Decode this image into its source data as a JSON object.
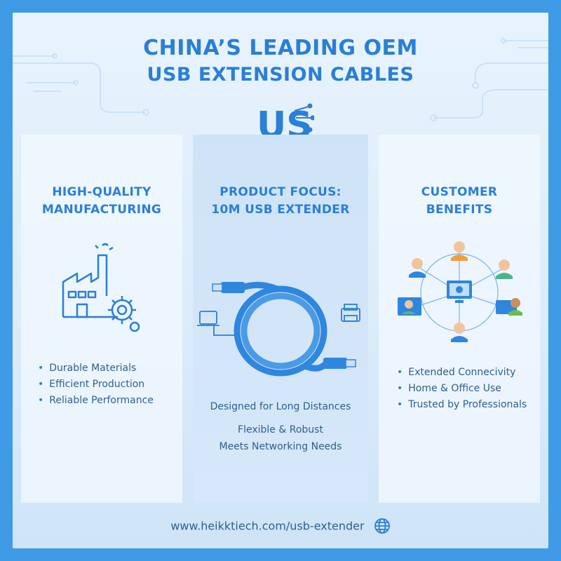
{
  "header": {
    "title_line1": "CHINA’S LEADING OEM",
    "title_line2": "USB EXTENSION CABLES",
    "logo_text": "US"
  },
  "panels": {
    "manufacturing": {
      "heading_line1": "HIGH-QUALITY",
      "heading_line2": "MANUFACTURING",
      "bullets": [
        "Durable Materials",
        "Efficient Production",
        "Reliable Performance"
      ],
      "icon": "factory-gear-icon"
    },
    "product": {
      "heading_line1": "PRODUCT FOCUS:",
      "heading_line2": "10M USB EXTENDER",
      "line1": "Designed for Long Distances",
      "line2": "Flexible & Robust",
      "line3": "Meets Networking Needs",
      "icon": "usb-cable-coil-icon"
    },
    "benefits": {
      "heading_line1": "CUSTOMER",
      "heading_line2": "BENEFITS",
      "bullets": [
        "Extended Connecivity",
        "Home & Office Use",
        "Trusted by Professionals"
      ],
      "icon": "network-people-icon"
    }
  },
  "footer": {
    "url": "www.heikktiech.com/usb-extender",
    "icon": "globe-icon"
  },
  "colors": {
    "border": "#3f9be6",
    "accent": "#2a7fd6",
    "text": "#2f5f8e",
    "cable": "#2f86de"
  }
}
